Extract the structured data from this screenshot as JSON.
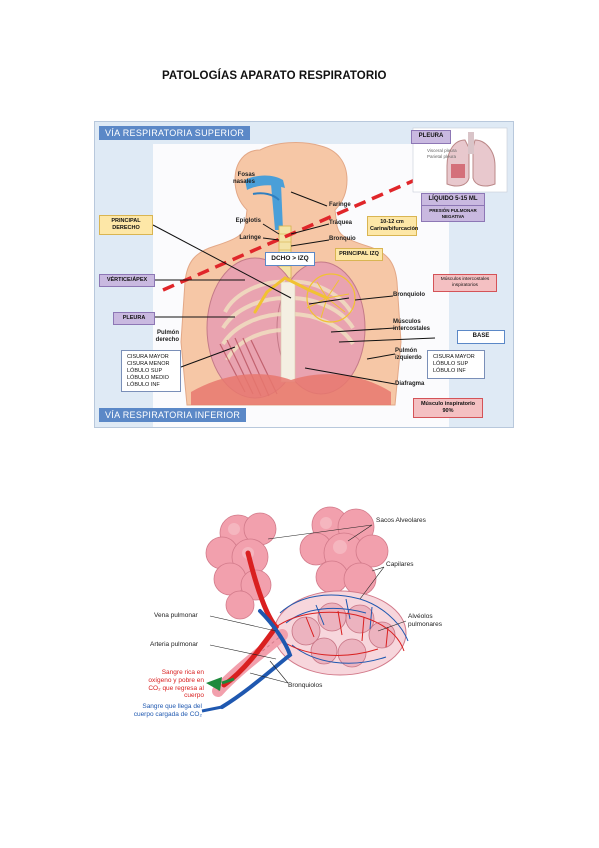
{
  "document": {
    "title": "PATOLOGÍAS APARATO RESPIRATORIO"
  },
  "figure1": {
    "header_top": "VÍA RESPIRATORIA SUPERIOR",
    "header_bottom": "VÍA RESPIRATORIA INFERIOR",
    "pleura_box": "PLEURA",
    "lung_inset_labels": [
      "Visceral pleura",
      "Parietal pleura"
    ],
    "liquid_box": "LÍQUIDO 5-15 ML",
    "pressure_box": "PRESIÓN PULMONAR NEGATIVA",
    "principal_derecho": "PRINCIPAL DERECHO",
    "principal_izq": "PRINCIPAL IZQ",
    "carina_box": "10-12 cm Carina/bifurcación",
    "dcho_izq": "DCHO > IZQ",
    "vertice": "VÉRTICE/ÁPEX",
    "pleura_side": "PLEURA",
    "muscles_inspiratory": "Músculos intercostales inspiratorios",
    "base": "BASE",
    "left_list": [
      "CISURA MAYOR",
      "CISURA MENOR",
      "LÓBULO SUP",
      "LÓBULO MEDIO",
      "LÓBULO INF"
    ],
    "right_list": [
      "CISURA MAYOR",
      "LÓBULO SUP",
      "LÓBULO INF"
    ],
    "diaphragm_box": "Músculo inspiratorio 90%",
    "anatomy": {
      "fosas": "Fosas nasales",
      "faringe": "Faringe",
      "epiglotis": "Epiglotis",
      "traquea": "Tráquea",
      "laringe": "Laringe",
      "bronquio": "Bronquio",
      "bronquiolo": "Bronquiolo",
      "musculos": "Músculos intercostales",
      "pulmon_derecho": "Pulmón derecho",
      "pulmon_izquierdo": "Pulmón izquierdo",
      "diafragma": "Diafragma"
    }
  },
  "figure2": {
    "sacos": "Sacos Alveolares",
    "capilares": "Capilares",
    "alveolos": "Alvéolos pulmonares",
    "vena": "Vena pulmonar",
    "arteria": "Arteria pulmonar",
    "sangre_rica": "Sangre rica en oxígeno y pobre en CO₂ que regresa al cuerpo",
    "bronquiolos": "Bronquiolos",
    "sangre_cargada": "Sangre que llega del cuerpo cargada de CO₂"
  },
  "colors": {
    "header_blue": "#5b88c7",
    "artery_red": "#d92020",
    "vein_blue": "#1f58b0",
    "lung_pink": "#e9a3b0"
  }
}
